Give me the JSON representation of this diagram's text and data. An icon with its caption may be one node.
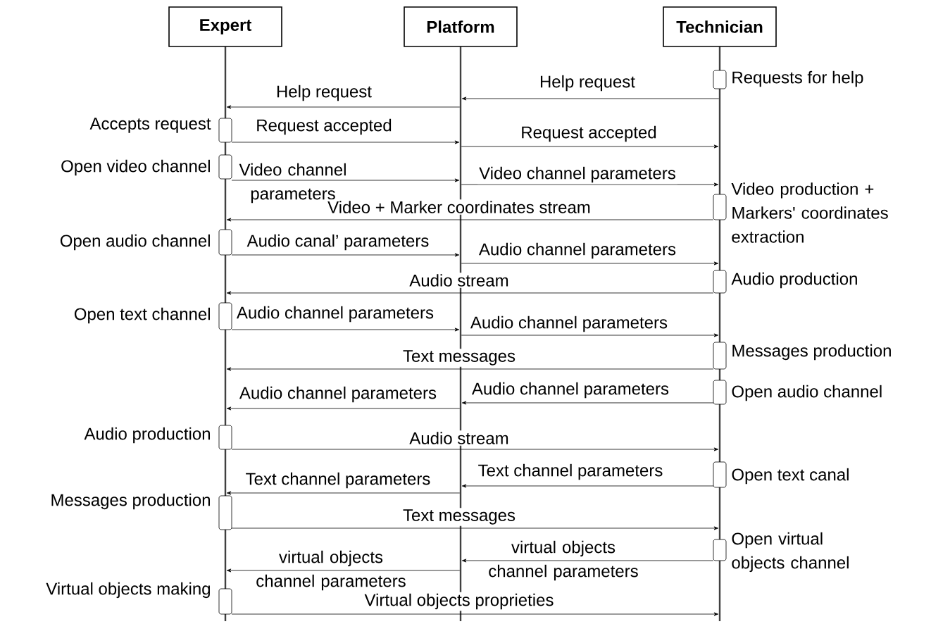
{
  "diagram": {
    "nodes": [
      {
        "text": [
          "Expert"
        ]
      },
      {
        "text": [
          "Platform"
        ]
      },
      {
        "text": [
          "Technician"
        ]
      },
      {
        "text": [],
        "shape": "bar"
      },
      {
        "text": [],
        "shape": "bar"
      },
      {
        "text": [],
        "shape": "bar"
      },
      {
        "text": [],
        "shape": "box",
        "beside": [
          "Requests for help"
        ]
      },
      {
        "text": [],
        "shape": "box",
        "beside": [
          "Accepts request"
        ]
      },
      {
        "text": [],
        "shape": "box",
        "beside": [
          "Open video channel"
        ]
      },
      {
        "text": [],
        "shape": "box",
        "beside": [
          "Video production + Markers' coordinates extraction"
        ]
      },
      {
        "text": [],
        "shape": "box",
        "beside": [
          "Open audio channel"
        ]
      },
      {
        "text": [],
        "shape": "box",
        "beside": [
          "Audio production"
        ]
      },
      {
        "text": [],
        "shape": "box",
        "beside": [
          "Open text channel"
        ]
      },
      {
        "text": [],
        "shape": "box",
        "beside": [
          "Messages production"
        ]
      },
      {
        "text": [],
        "shape": "box",
        "beside": [
          "Open audio channel"
        ]
      },
      {
        "text": [],
        "shape": "box",
        "beside": [
          "Audio production"
        ]
      },
      {
        "text": [],
        "shape": "box",
        "beside": [
          "Open text canal"
        ]
      },
      {
        "text": [],
        "shape": "box",
        "beside": [
          "Messages production"
        ]
      },
      {
        "text": [],
        "shape": "box",
        "beside": [
          "Open virtual objects channel"
        ]
      },
      {
        "text": [],
        "shape": "box",
        "beside": [
          "Virtual objects making"
        ]
      }
    ],
    "edges": [
      {
        "from": 5,
        "to": 4,
        "arrow": "to",
        "label": "Help request"
      },
      {
        "from": 4,
        "to": 3,
        "arrow": "to",
        "label": "Help request"
      },
      {
        "from": 7,
        "to": 4,
        "arrow": "to",
        "label": "Request accepted"
      },
      {
        "from": 4,
        "to": 5,
        "arrow": "to",
        "label": "Request accepted"
      },
      {
        "from": 8,
        "to": 4,
        "arrow": "to",
        "label": "Video channel parameters"
      },
      {
        "from": 4,
        "to": 5,
        "arrow": "to",
        "label": "Video channel parameters"
      },
      {
        "from": 9,
        "to": 3,
        "arrow": "to",
        "label": "Video + Marker coordinates stream"
      },
      {
        "from": 10,
        "to": 4,
        "arrow": "to",
        "label": "Audio canal’ parameters"
      },
      {
        "from": 4,
        "to": 5,
        "arrow": "to",
        "label": "Audio channel parameters"
      },
      {
        "from": 11,
        "to": 3,
        "arrow": "to",
        "label": "Audio stream"
      },
      {
        "from": 12,
        "to": 4,
        "arrow": "to",
        "label": "Audio channel parameters"
      },
      {
        "from": 4,
        "to": 5,
        "arrow": "to",
        "label": "Audio channel parameters"
      },
      {
        "from": 13,
        "to": 3,
        "arrow": "to",
        "label": "Text messages"
      },
      {
        "from": 14,
        "to": 4,
        "arrow": "to",
        "label": "Audio channel parameters"
      },
      {
        "from": 4,
        "to": 3,
        "arrow": "to",
        "label": "Audio channel parameters"
      },
      {
        "from": 15,
        "to": 5,
        "arrow": "to",
        "label": "Audio stream"
      },
      {
        "from": 16,
        "to": 4,
        "arrow": "to",
        "label": "Text channel parameters"
      },
      {
        "from": 4,
        "to": 3,
        "arrow": "to",
        "label": "Text channel parameters"
      },
      {
        "from": 17,
        "to": 5,
        "arrow": "to",
        "label": "Text messages"
      },
      {
        "from": 18,
        "to": 4,
        "arrow": "to",
        "label": "virtual objects channel parameters"
      },
      {
        "from": 4,
        "to": 3,
        "arrow": "to",
        "label": "virtual objects channel parameters"
      },
      {
        "from": 19,
        "to": 5,
        "arrow": "to",
        "label": "Virtual objects proprieties"
      }
    ]
  }
}
